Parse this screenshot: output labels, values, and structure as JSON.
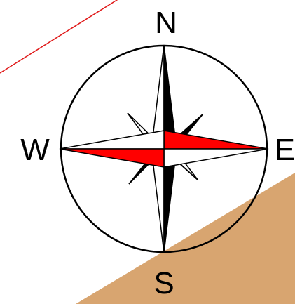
{
  "compass": {
    "north": "N",
    "south": "S",
    "east": "E",
    "west": "W"
  },
  "colors": {
    "line": "#e01a1a",
    "ground": "#d8a570",
    "rose_red": "#ff0000",
    "rose_black": "#000000",
    "ring": "#000000"
  }
}
